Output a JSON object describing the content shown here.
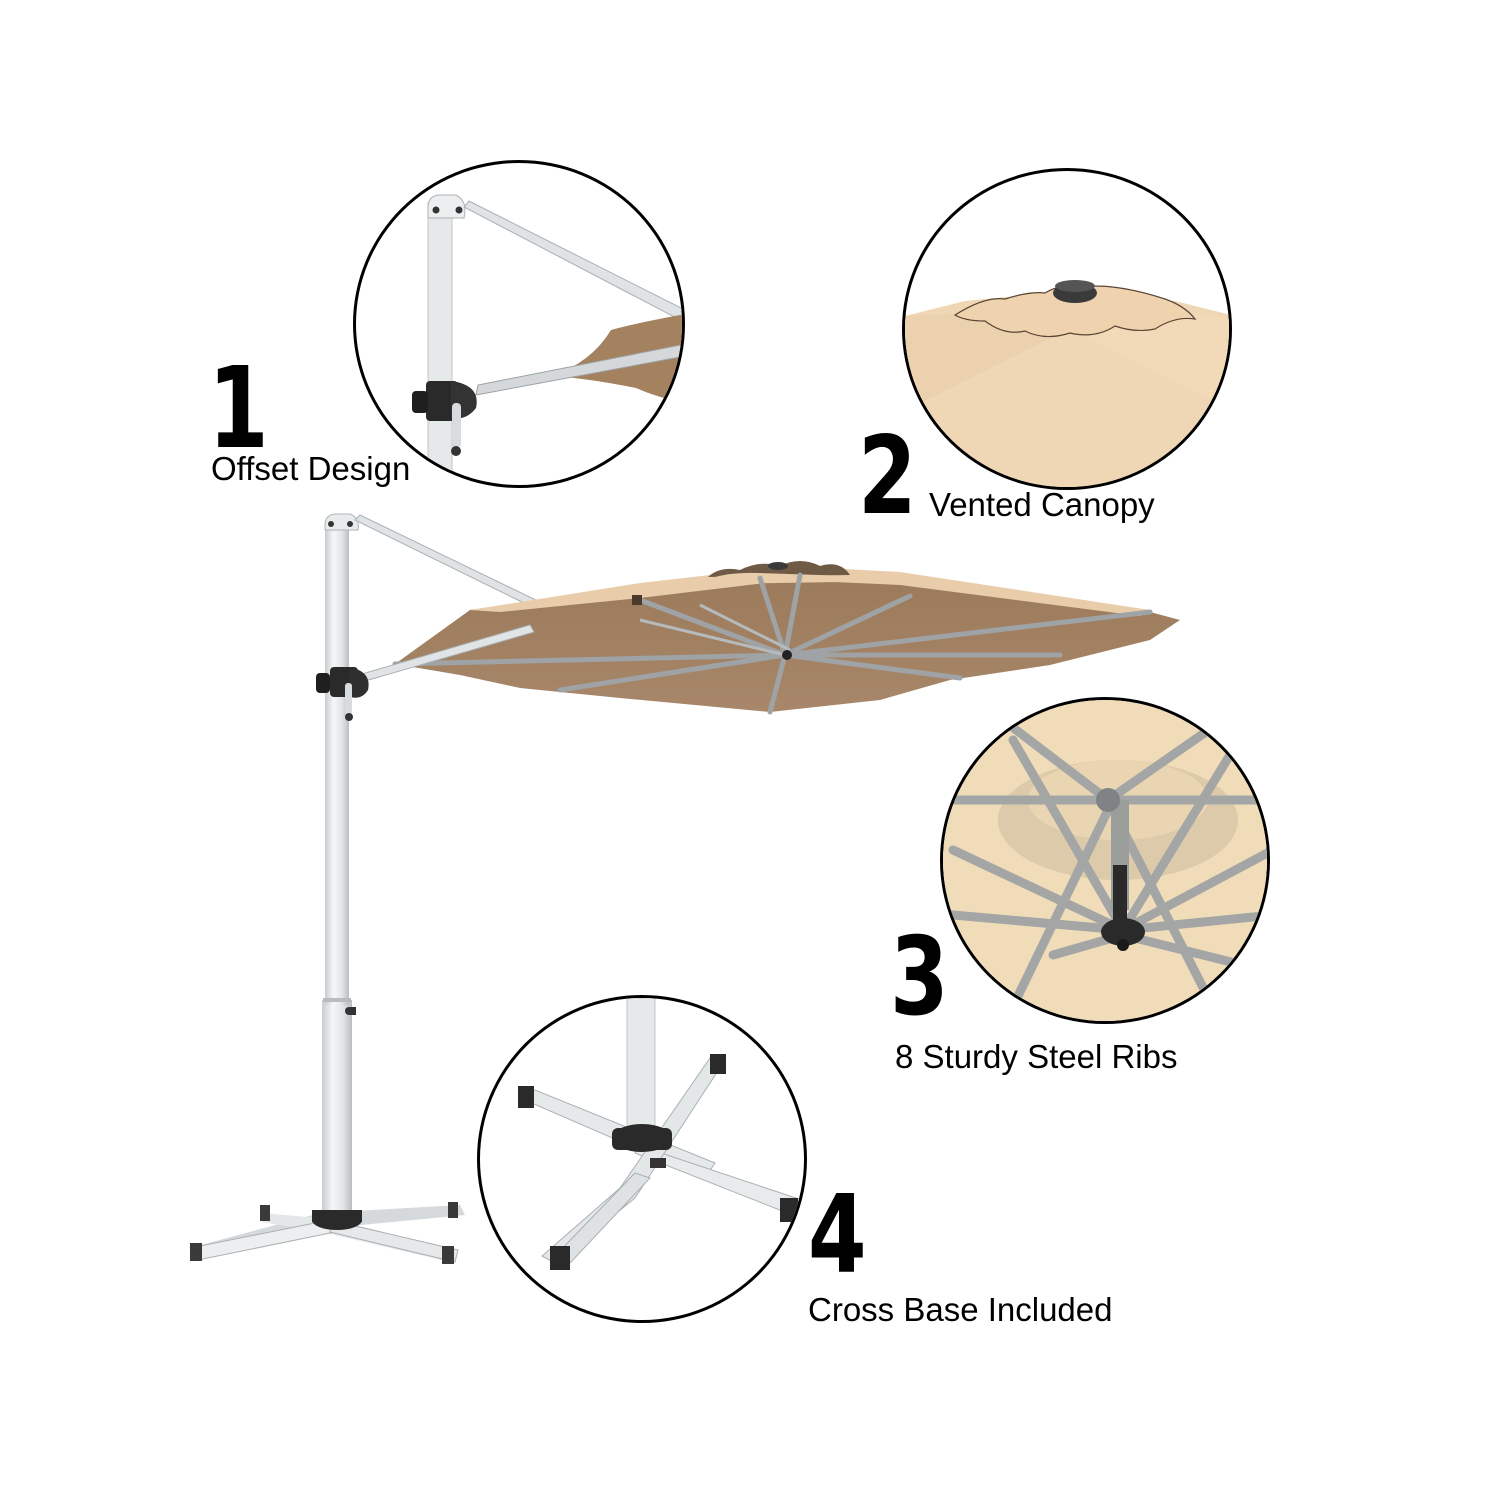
{
  "features": [
    {
      "number": "1",
      "label": "Offset Design"
    },
    {
      "number": "2",
      "label": "Vented Canopy"
    },
    {
      "number": "3",
      "label": "8 Sturdy Steel Ribs"
    },
    {
      "number": "4",
      "label": "Cross Base Included"
    }
  ],
  "product": {
    "type": "cantilever-offset-patio-umbrella",
    "rib_count": 8,
    "colors": {
      "canopy_underside": "#a1805f",
      "canopy_top": "#e9ccaa",
      "canopy_detail": "#f1d7b4",
      "canopy_inner_light": "#efdfbf",
      "pole": "#e6e9ea",
      "pole_shade": "#c9cdcf",
      "rib": "#9c9fa0",
      "hardware": "#2b2b2b",
      "outline": "#000000"
    }
  }
}
